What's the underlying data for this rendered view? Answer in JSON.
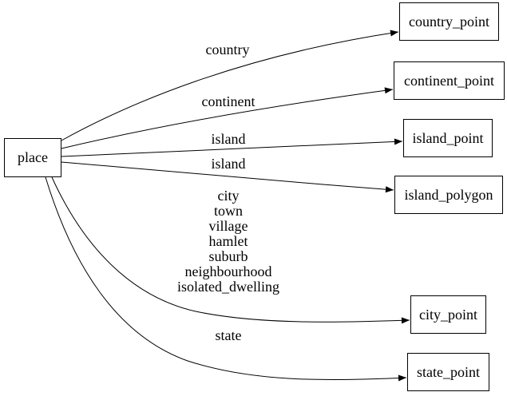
{
  "diagram": {
    "background_color": "#ffffff",
    "stroke_color": "#000000",
    "text_color": "#000000",
    "nodes": [
      {
        "id": "place",
        "label": "place"
      },
      {
        "id": "country_point",
        "label": "country_point"
      },
      {
        "id": "continent_point",
        "label": "continent_point"
      },
      {
        "id": "island_point",
        "label": "island_point"
      },
      {
        "id": "island_polygon",
        "label": "island_polygon"
      },
      {
        "id": "city_point",
        "label": "city_point"
      },
      {
        "id": "state_point",
        "label": "state_point"
      }
    ],
    "edges": [
      {
        "from": "place",
        "to": "country_point",
        "label": "country"
      },
      {
        "from": "place",
        "to": "continent_point",
        "label": "continent"
      },
      {
        "from": "place",
        "to": "island_point",
        "label": "island"
      },
      {
        "from": "place",
        "to": "island_polygon",
        "label": "island"
      },
      {
        "from": "place",
        "to": "city_point",
        "label_lines": [
          "city",
          "town",
          "village",
          "hamlet",
          "suburb",
          "neighbourhood",
          "isolated_dwelling"
        ]
      },
      {
        "from": "place",
        "to": "state_point",
        "label": "state"
      }
    ]
  }
}
